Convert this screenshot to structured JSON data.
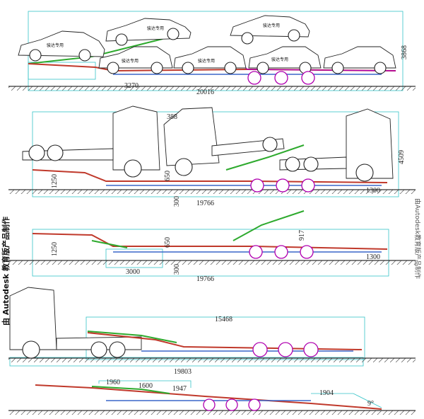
{
  "watermark": {
    "left_vertical": "由 Autodesk 教育版产品制作",
    "right_vertical": "由Autodesk教育版产品制作"
  },
  "views": [
    {
      "id": "view-1-loaded-cars",
      "dimensions": [
        "3868",
        "3270",
        "20016"
      ],
      "plate_labels": [
        "骏达专用",
        "骏达专用",
        "骏达专用",
        "骏达专用",
        "骏达专用",
        "骏达专用"
      ]
    },
    {
      "id": "view-2-loaded-tractors",
      "dimensions": [
        "388",
        "4509",
        "1250",
        "650",
        "300",
        "19766",
        "1300"
      ]
    },
    {
      "id": "view-3-empty-trailer",
      "dimensions": [
        "1250",
        "650",
        "917",
        "3000",
        "300",
        "1300",
        "19766"
      ]
    },
    {
      "id": "view-4-with-tractor",
      "dimensions": [
        "15468",
        "19803"
      ]
    },
    {
      "id": "view-5-ramps-down",
      "dimensions": [
        "1960",
        "1600",
        "1947",
        "1904",
        "9°"
      ]
    }
  ],
  "colors": {
    "deck_red": "#c0392b",
    "deck_green": "#2eaa2e",
    "deck_blue": "#3a66c9",
    "wheel_magenta": "#b000b0",
    "dimension_cyan": "#35c4c8"
  }
}
